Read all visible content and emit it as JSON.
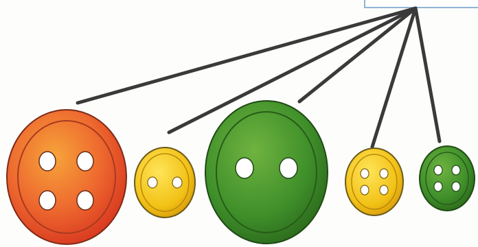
{
  "scene": {
    "buttons": [
      {
        "color": "red-orange",
        "holes": 4,
        "size": "large"
      },
      {
        "color": "yellow",
        "holes": 2,
        "size": "small"
      },
      {
        "color": "green",
        "holes": 2,
        "size": "large"
      },
      {
        "color": "yellow",
        "holes": 4,
        "size": "small"
      },
      {
        "color": "green",
        "holes": 4,
        "size": "small"
      }
    ],
    "colors": {
      "red": "#e8442a",
      "orange": "#f3a12b",
      "yellow": "#f2c216",
      "green": "#3f8f2a",
      "line": "#3a3a3a",
      "box_border": "#8fb3d6"
    }
  }
}
